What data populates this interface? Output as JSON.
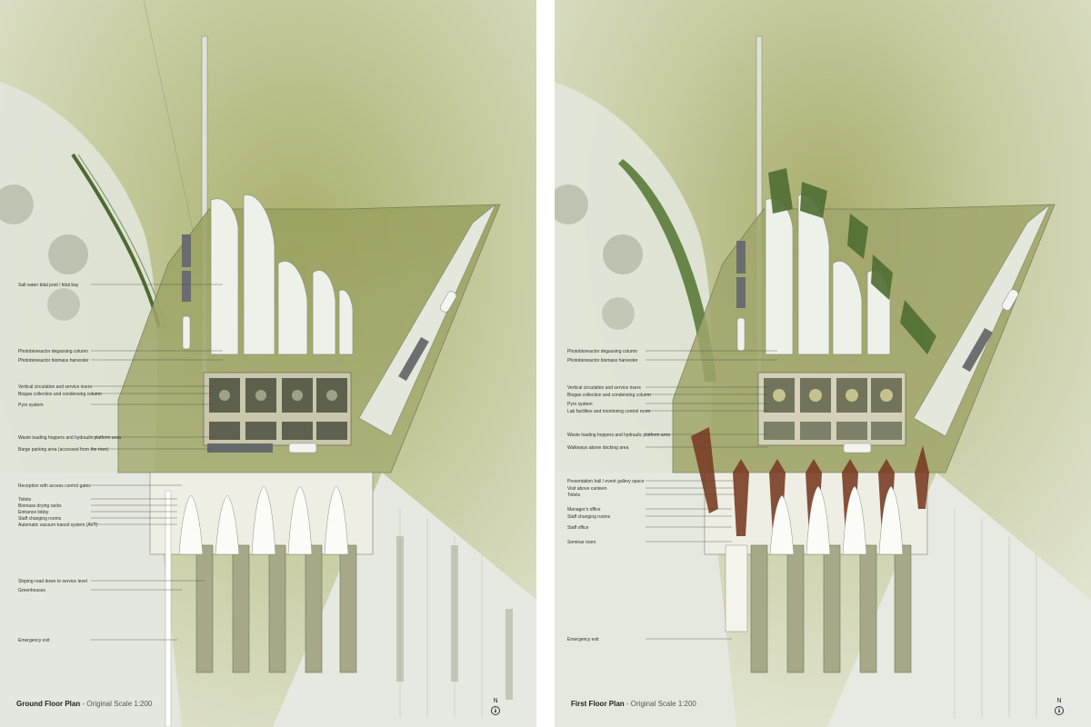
{
  "panels": [
    {
      "id": "ground",
      "caption_bold": "Ground Floor Plan",
      "caption_rest": "- Original Scale 1:200",
      "north": "N",
      "labels": [
        "Salt water tidal pool / tidal bay",
        "Photobioreactor degassing column",
        "Photobioreactor biomass harvester",
        "Vertical circulation and service risers",
        "Biogas collection and condensing column",
        "Pyro system",
        "Waste loading hoppers and hydraulic platform area",
        "Barge parking area (accessed from the river)",
        "Reception with access control gates",
        "Toilets",
        "Biomass drying racks",
        "Entrance lobby",
        "Staff changing rooms",
        "Automatic vacuum transit system (AVT)",
        "Sloping road down to service level",
        "Greenhouses",
        "Emergency exit"
      ]
    },
    {
      "id": "first",
      "caption_bold": "First Floor Plan",
      "caption_rest": "- Original Scale 1:200",
      "north": "N",
      "labels": [
        "Photobioreactor degassing column",
        "Photobioreactor biomass harvester",
        "Vertical circulation and service risers",
        "Biogas collection and condensing column",
        "Pyro system",
        "Lab facilities and monitoring control room",
        "Waste loading hoppers and hydraulic platform area",
        "Walkways above docking area",
        "Presentation hall / event gallery space",
        "Visit above canteen",
        "Toilets",
        "Manager's office",
        "Staff changing rooms",
        "Staff office",
        "Seminar room",
        "Emergency exit"
      ]
    }
  ]
}
